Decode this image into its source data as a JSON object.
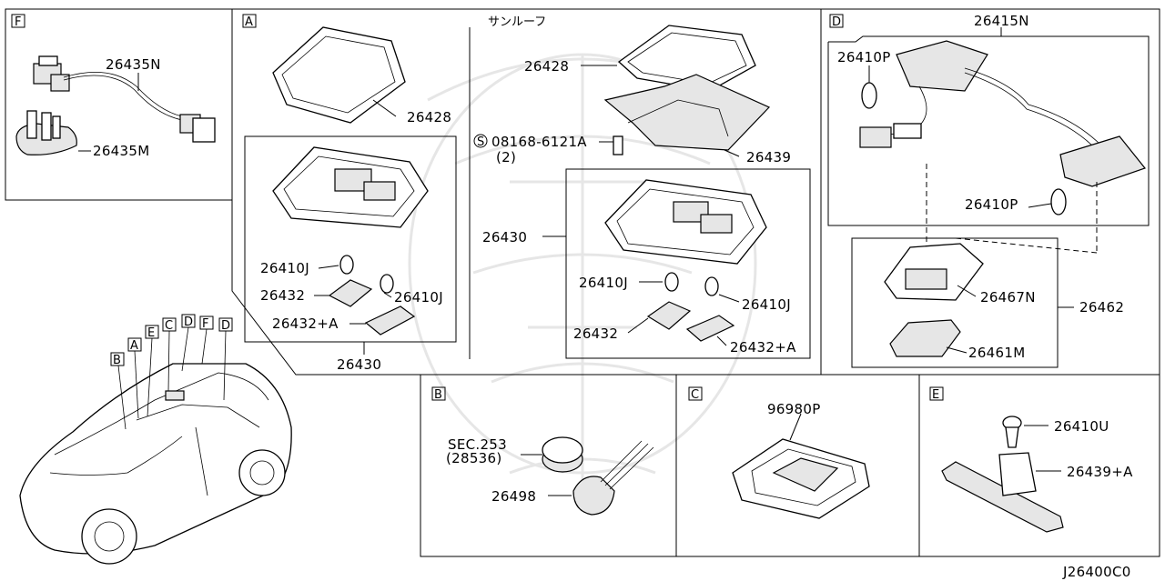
{
  "diagram_code": "J26400C0",
  "sections": {
    "A": {
      "tag": "A"
    },
    "B": {
      "tag": "B"
    },
    "C": {
      "tag": "C"
    },
    "D": {
      "tag": "D"
    },
    "E": {
      "tag": "E"
    },
    "F": {
      "tag": "F"
    }
  },
  "sunroof_label": "サンルーフ",
  "parts": {
    "p26435N": "26435N",
    "p26435M": "26435M",
    "p26428_a": "26428",
    "p26410J_a1": "26410J",
    "p26410J_a2": "26410J",
    "p26432_a": "26432",
    "p26432A_a": "26432+A",
    "p26430_a": "26430",
    "p26428_s": "26428",
    "bolt": "08168-6121A",
    "bolt_qty": "(2)",
    "bolt_symbol": "S",
    "p26439": "26439",
    "p26430_s": "26430",
    "p26410J_s1": "26410J",
    "p26410J_s2": "26410J",
    "p26432_s": "26432",
    "p26432A_s": "26432+A",
    "p26415N": "26415N",
    "p26410P_1": "26410P",
    "p26410P_2": "26410P",
    "p26467N": "26467N",
    "p26462": "26462",
    "p26461M": "26461M",
    "sec253": "SEC.253",
    "p28536": "(28536)",
    "p26498": "26498",
    "p96980P": "96980P",
    "p26410U": "26410U",
    "p26439A": "26439+A"
  },
  "car_callouts": [
    "B",
    "A",
    "E",
    "C",
    "D",
    "F",
    "D"
  ]
}
